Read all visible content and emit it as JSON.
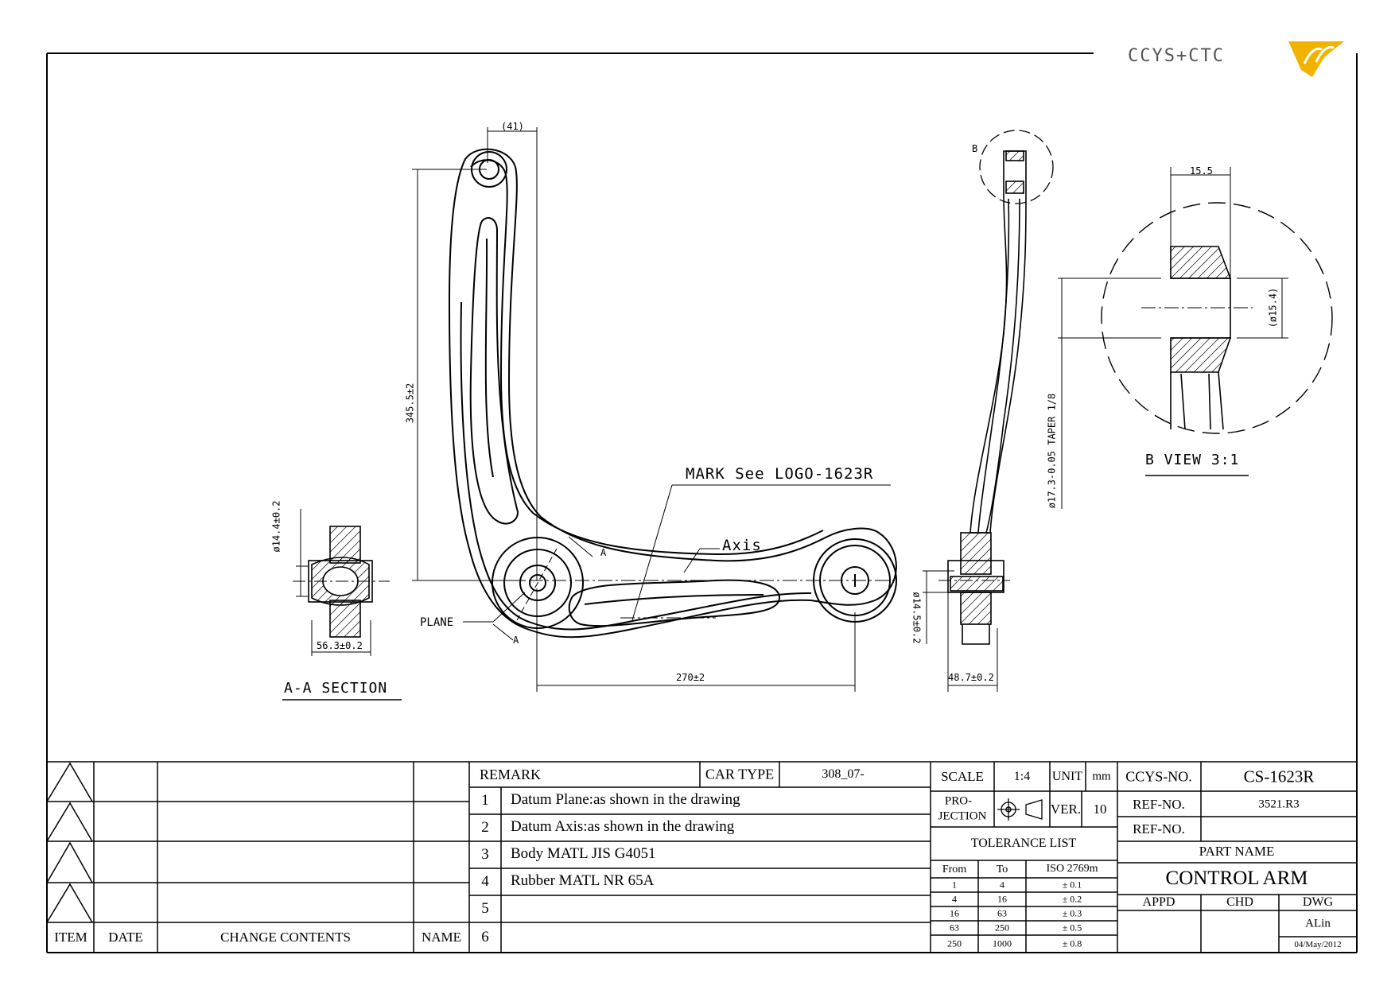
{
  "logo": {
    "text": "CCYS+CTC"
  },
  "labels": {
    "mark": "MARK See LOGO-1623R",
    "axis": "Axis",
    "plane": "PLANE",
    "section_a1": "A",
    "section_a2": "A",
    "aa_section": "A-A SECTION",
    "b_view": "B VIEW 3:1",
    "b_marker": "B"
  },
  "dimensions": {
    "top_41": "(41)",
    "height_345": "345.5±2",
    "length_270": "270±2",
    "dia_144": "ø14.4±0.2",
    "width_563": "56.3±0.2",
    "dia_145": "ø14.5±0.2",
    "width_487": "48.7±0.2",
    "taper": "ø17.3-0.05 TAPER 1/8",
    "bview_155": "15.5",
    "bview_154": "(ø15.4)"
  },
  "revision_table": {
    "headers": {
      "item": "ITEM",
      "date": "DATE",
      "change": "CHANGE CONTENTS",
      "name": "NAME"
    }
  },
  "remarks": {
    "header": "REMARK",
    "car_type_label": "CAR TYPE",
    "car_type_value": "308_07-",
    "rows": [
      {
        "n": "1",
        "text": "Datum Plane:as shown in the drawing"
      },
      {
        "n": "2",
        "text": "Datum Axis:as shown in the drawing"
      },
      {
        "n": "3",
        "text": "Body MATL JIS G4051"
      },
      {
        "n": "4",
        "text": "Rubber MATL NR 65A"
      },
      {
        "n": "5",
        "text": ""
      },
      {
        "n": "6",
        "text": ""
      }
    ]
  },
  "info": {
    "scale_label": "SCALE",
    "scale_value": "1:4",
    "unit_label": "UNIT",
    "unit_value": "mm",
    "projection_label1": "PRO-",
    "projection_label2": "JECTION",
    "ver_label": "VER.",
    "ver_value": "10",
    "tolerance_title": "TOLERANCE LIST",
    "tol_headers": {
      "from": "From",
      "to": "To",
      "iso": "ISO 2769m"
    },
    "tolerance": [
      {
        "from": "1",
        "to": "4",
        "tol": "± 0.1"
      },
      {
        "from": "4",
        "to": "16",
        "tol": "± 0.2"
      },
      {
        "from": "16",
        "to": "63",
        "tol": "± 0.3"
      },
      {
        "from": "63",
        "to": "250",
        "tol": "± 0.5"
      },
      {
        "from": "250",
        "to": "1000",
        "tol": "± 0.8"
      }
    ]
  },
  "part": {
    "ccys_no_label": "CCYS-NO.",
    "ccys_no_value": "CS-1623R",
    "ref_no_label1": "REF-NO.",
    "ref_no_value1": "3521.R3",
    "ref_no_label2": "REF-NO.",
    "ref_no_value2": "",
    "part_name_label": "PART NAME",
    "part_name_value": "CONTROL ARM",
    "appd_label": "APPD",
    "chd_label": "CHD",
    "dwg_label": "DWG",
    "dwg_name": "ALin",
    "dwg_date": "04/May/2012"
  }
}
